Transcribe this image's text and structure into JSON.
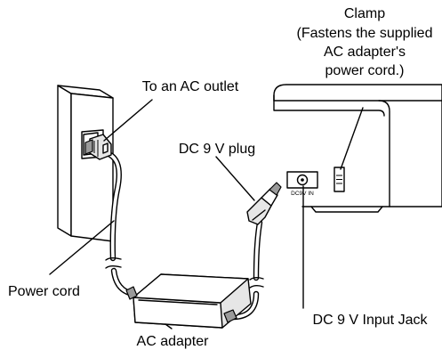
{
  "labels": {
    "clamp_title": "Clamp",
    "clamp_line1": "(Fastens the supplied",
    "clamp_line2": "AC adapter's",
    "clamp_line3": "power cord.)",
    "ac_outlet": "To an AC outlet",
    "dc_plug": "DC 9 V plug",
    "power_cord": "Power cord",
    "dc_input_jack": "DC 9 V Input Jack",
    "ac_adapter": "AC adapter",
    "jack_marking": "DC9V IN"
  }
}
